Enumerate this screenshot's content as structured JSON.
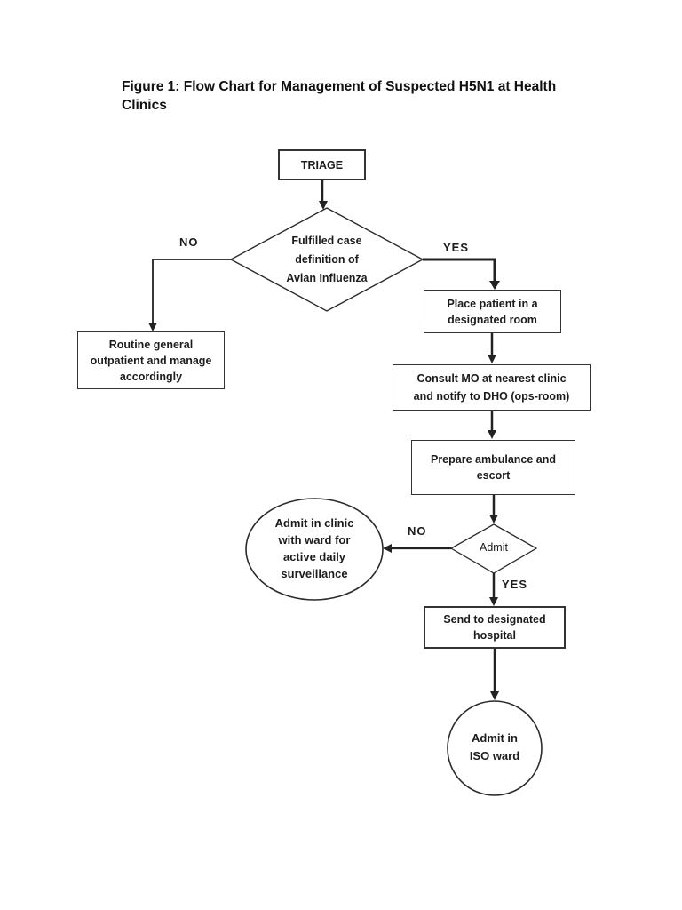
{
  "page": {
    "title": "Figure 1: Flow Chart for Management of Suspected H5N1 at Health Clinics",
    "background": "#ffffff"
  },
  "colors": {
    "line": "#2b2b2b",
    "text": "#1c1c1c",
    "shape_fill": "#ffffff"
  },
  "flowchart": {
    "nodes": {
      "triage": {
        "shape": "rect",
        "label": "TRIAGE"
      },
      "case_definition": {
        "shape": "diamond",
        "label": [
          "Fulfilled case",
          "definition of",
          "Avian Influenza"
        ]
      },
      "routine_outpatient": {
        "shape": "rect",
        "label": [
          "Routine general",
          "outpatient and manage",
          "accordingly"
        ]
      },
      "place_patient": {
        "shape": "rect",
        "label": [
          "Place patient in a",
          "designated room"
        ]
      },
      "consult_mo": {
        "shape": "rect",
        "label": [
          "Consult MO at nearest clinic",
          "and notify to DHO (ops-room)"
        ]
      },
      "prepare_ambulance": {
        "shape": "rect",
        "label": [
          "Prepare ambulance and",
          "escort"
        ]
      },
      "admit_decision": {
        "shape": "diamond",
        "label": "Admit"
      },
      "admit_clinic": {
        "shape": "ellipse",
        "label": [
          "Admit in clinic",
          "with ward for",
          "active daily",
          "surveillance"
        ]
      },
      "send_hospital": {
        "shape": "rect",
        "label": [
          "Send to designated",
          "hospital"
        ]
      },
      "admit_iso_ward": {
        "shape": "circle",
        "label": [
          "Admit in",
          "ISO ward"
        ]
      }
    },
    "edges": [
      {
        "from": "triage",
        "to": "case_definition",
        "label": ""
      },
      {
        "from": "case_definition",
        "to": "routine_outpatient",
        "label": "NO"
      },
      {
        "from": "case_definition",
        "to": "place_patient",
        "label": "YES"
      },
      {
        "from": "place_patient",
        "to": "consult_mo",
        "label": ""
      },
      {
        "from": "consult_mo",
        "to": "prepare_ambulance",
        "label": ""
      },
      {
        "from": "prepare_ambulance",
        "to": "admit_decision",
        "label": ""
      },
      {
        "from": "admit_decision",
        "to": "admit_clinic",
        "label": "NO"
      },
      {
        "from": "admit_decision",
        "to": "send_hospital",
        "label": "YES"
      },
      {
        "from": "send_hospital",
        "to": "admit_iso_ward",
        "label": ""
      }
    ]
  }
}
